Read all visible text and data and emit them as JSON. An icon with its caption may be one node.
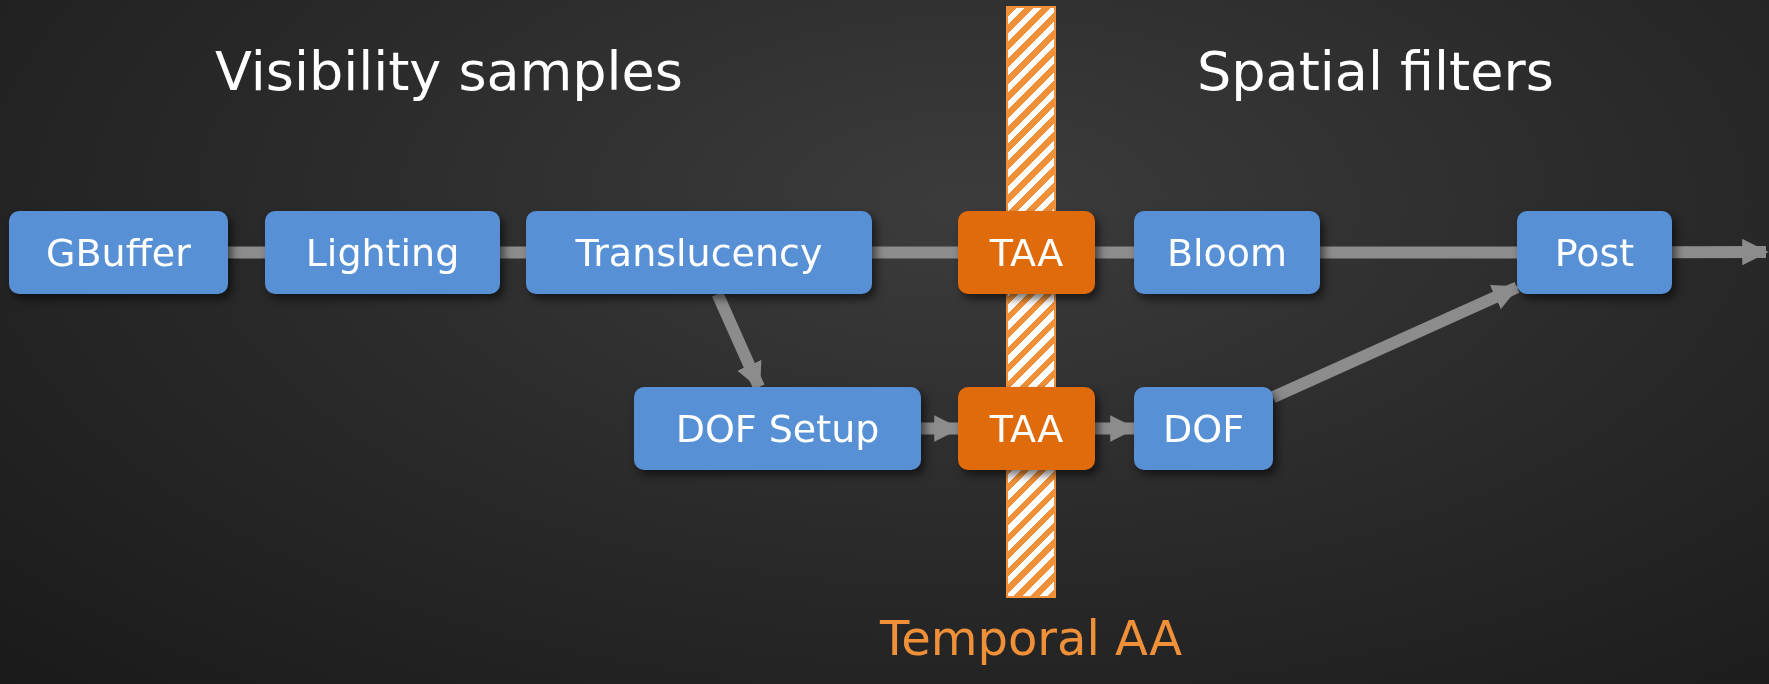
{
  "diagram": {
    "nodes": [
      {
        "text": [
          "GBuffer"
        ]
      },
      {
        "text": [
          "Lighting"
        ]
      },
      {
        "text": [
          "Translucency"
        ]
      },
      {
        "text": [
          "TAA"
        ]
      },
      {
        "text": [
          "Bloom"
        ]
      },
      {
        "text": [
          "Post"
        ]
      },
      {
        "text": [
          "DOF Setup"
        ]
      },
      {
        "text": [
          "TAA"
        ]
      },
      {
        "text": [
          "DOF"
        ]
      },
      {
        "text": [
          "Temporal AA"
        ]
      }
    ],
    "edges": [
      {
        "from": 0,
        "to": 1,
        "arrow": "none"
      },
      {
        "from": 1,
        "to": 2,
        "arrow": "none"
      },
      {
        "from": 2,
        "to": 3,
        "arrow": "none"
      },
      {
        "from": 3,
        "to": 4,
        "arrow": "none"
      },
      {
        "from": 4,
        "to": 5,
        "arrow": "none"
      },
      {
        "from": 5,
        "to": null,
        "arrow": "to"
      },
      {
        "from": 2,
        "to": 6,
        "arrow": "to"
      },
      {
        "from": 6,
        "to": 7,
        "arrow": "to"
      },
      {
        "from": 7,
        "to": 8,
        "arrow": "to"
      },
      {
        "from": 8,
        "to": 5,
        "arrow": "to"
      }
    ],
    "labels": [
      "Visibility samples",
      "Spatial filters"
    ]
  }
}
